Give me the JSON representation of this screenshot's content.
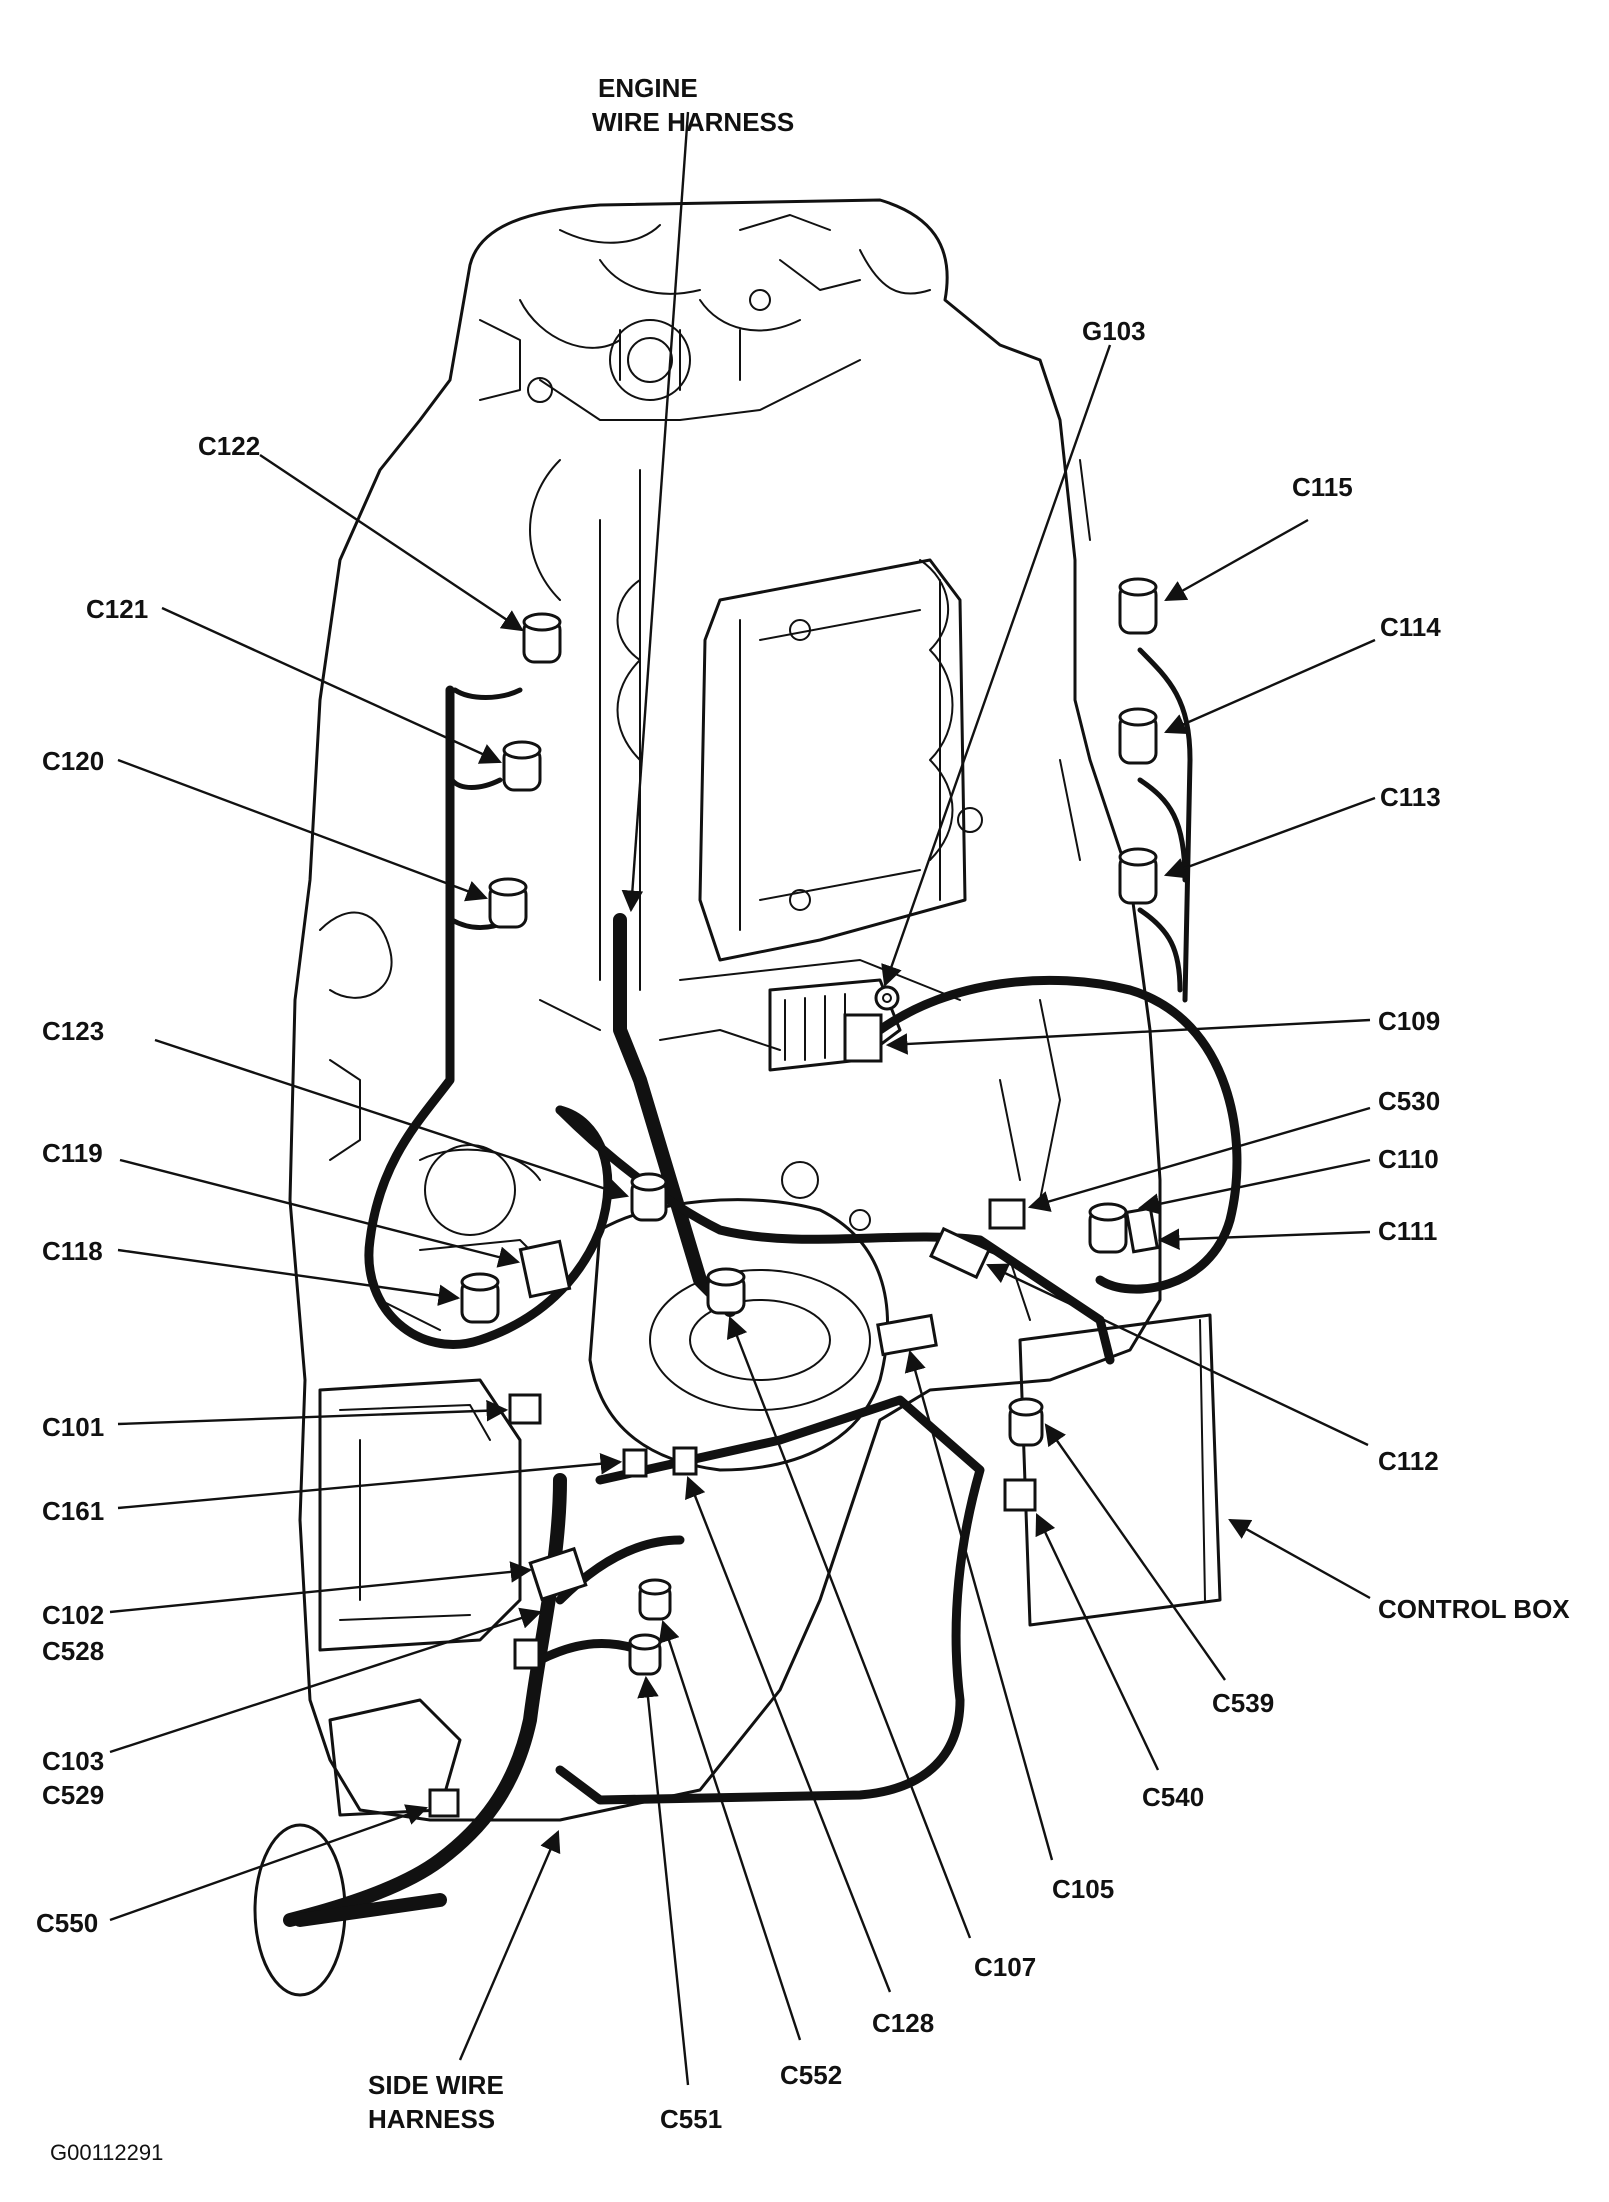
{
  "figure_id": "G00112291",
  "labels": {
    "engine_wire_harness_line1": "ENGINE",
    "engine_wire_harness_line2": "WIRE HARNESS",
    "g103": "G103",
    "c122": "C122",
    "c115": "C115",
    "c121": "C121",
    "c114": "C114",
    "c120": "C120",
    "c113": "C113",
    "c109": "C109",
    "c123": "C123",
    "c530": "C530",
    "c119": "C119",
    "c110": "C110",
    "c111": "C111",
    "c118": "C118",
    "c112": "C112",
    "c101": "C101",
    "c161": "C161",
    "c102": "C102",
    "c528": "C528",
    "control_box": "CONTROL BOX",
    "c103": "C103",
    "c529": "C529",
    "c539": "C539",
    "c540": "C540",
    "c550": "C550",
    "c105": "C105",
    "c107": "C107",
    "c128": "C128",
    "c552": "C552",
    "c551": "C551",
    "side_wire_harness_line1": "SIDE WIRE",
    "side_wire_harness_line2": "HARNESS"
  }
}
